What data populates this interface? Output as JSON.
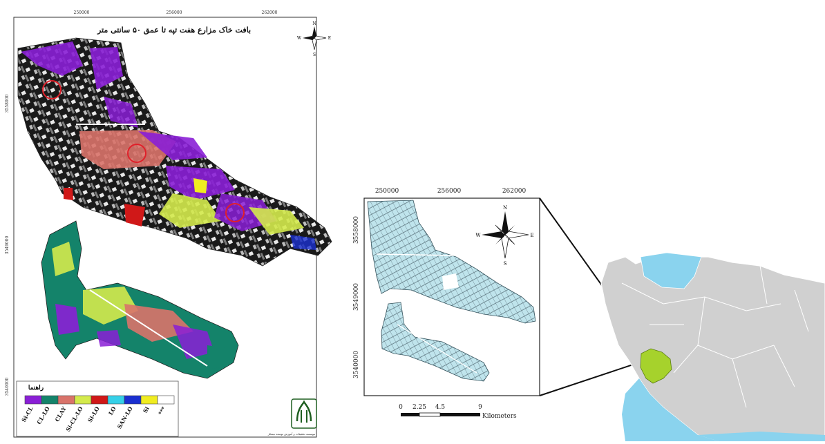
{
  "soil_map": {
    "title": "بافت خاک مزارع هفت تپه تا عمق ۵۰ سانتی متر",
    "x_ticks": [
      "250000",
      "256000",
      "262000"
    ],
    "y_ticks": [
      "3558000",
      "3549000",
      "3540000"
    ],
    "north_arrow": {
      "n": "N",
      "s": "S",
      "e": "E",
      "w": "W"
    },
    "legend": {
      "title": "راهنما",
      "classes": [
        {
          "label": "Si-CL",
          "color": "#8a1fd6"
        },
        {
          "label": "CL-LO",
          "color": "#14836a"
        },
        {
          "label": "CLAY",
          "color": "#d9736a"
        },
        {
          "label": "Si-CL-LO",
          "color": "#d4ea4c"
        },
        {
          "label": "Si-LO",
          "color": "#d01818"
        },
        {
          "label": "LO",
          "color": "#35d0e8"
        },
        {
          "label": "SAN-LO",
          "color": "#1a2fd0"
        },
        {
          "label": "Si",
          "color": "#f0ec20"
        },
        {
          "label": "***",
          "color": "#ffffff"
        }
      ]
    },
    "logo_caption": "موسسه تحقیقات و آموزش توسعه نیشکر"
  },
  "study_area": {
    "x_ticks": [
      "250000",
      "256000",
      "262000"
    ],
    "y_ticks": [
      "3558000",
      "3549000",
      "3540000"
    ],
    "north_arrow": {
      "n": "N",
      "s": "S",
      "e": "E",
      "w": "W"
    },
    "fill_color": "#bfe4ec",
    "scale_bar": {
      "labels": [
        "0",
        "2.25",
        "4.5",
        "9"
      ],
      "unit": "Kilometers"
    }
  },
  "iran_map": {
    "country_color": "#d0d0d0",
    "sea_color": "#8ad3ee",
    "highlight_color": "#a6d22c"
  }
}
